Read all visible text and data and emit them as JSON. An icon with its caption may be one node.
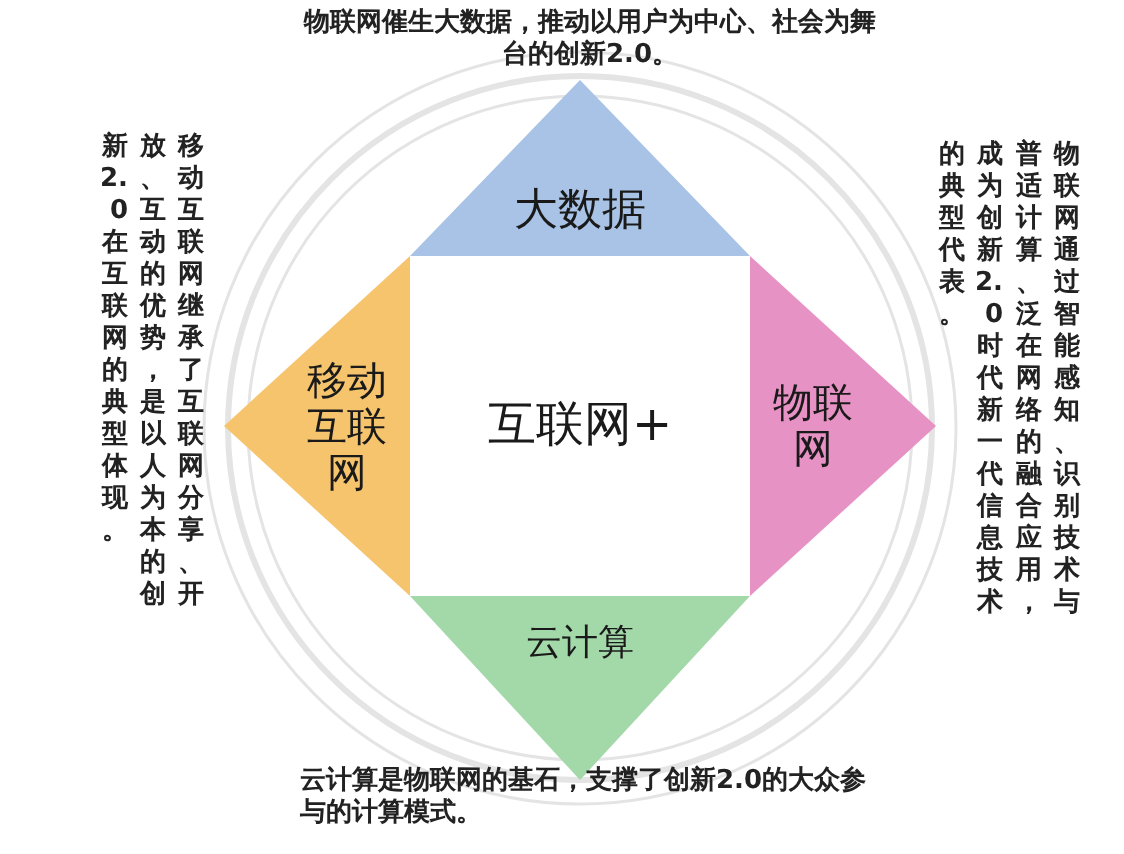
{
  "diagram": {
    "nodes": [
      {
        "text": [
          "大数据"
        ],
        "beside": [
          "物联网催生大数据，推动以用户为中心、社会为舞台的创新2.0。"
        ]
      },
      {
        "text": [
          "移动互联网"
        ],
        "beside": [
          "移动互联网继承了互联网分享、开放、互动的优势，是以人为本的创新2.0在互联网的典型体现。"
        ]
      },
      {
        "text": [
          "互联网+"
        ]
      },
      {
        "text": [
          "物联网"
        ],
        "beside": [
          "物联网通过智能感知、识别技术与普适计算、泛在网络的融合应用，成为创新2.0时代新一代信息技术的典型代表。"
        ]
      },
      {
        "text": [
          "云计算"
        ],
        "beside": [
          "云计算是物联网的基石，支撑了创新2.0的大众参与的计算模式。"
        ]
      }
    ]
  }
}
